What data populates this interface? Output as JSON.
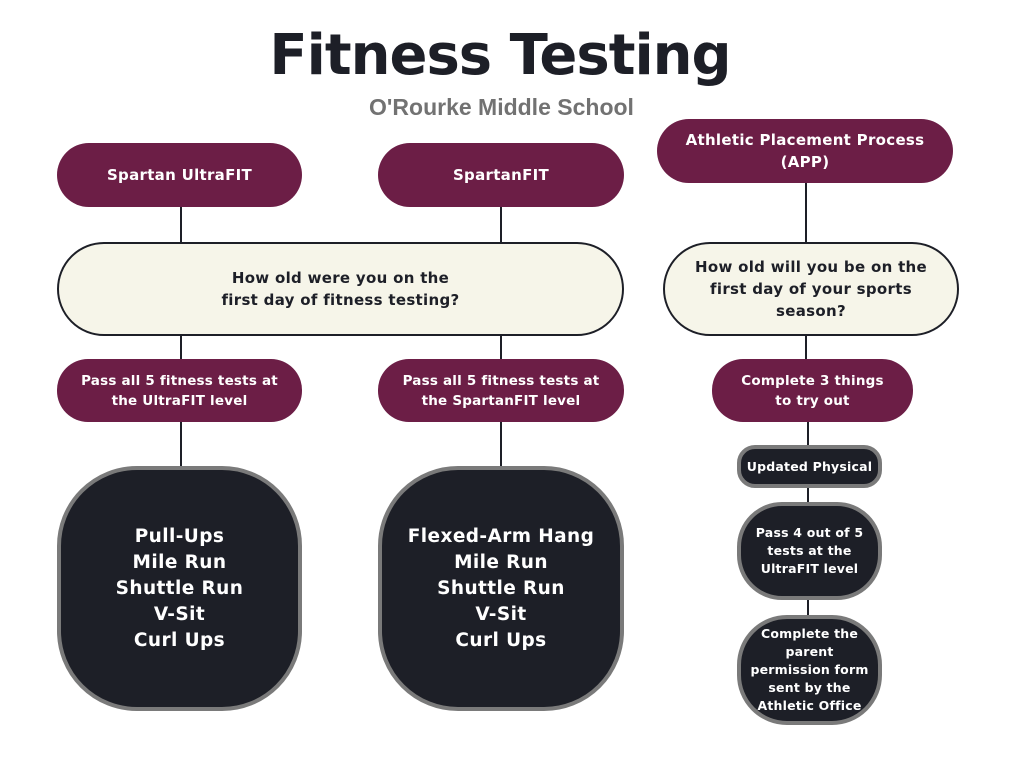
{
  "header": {
    "title": "Fitness Testing",
    "subtitle": "O'Rourke Middle School"
  },
  "flow": {
    "ultrafit": {
      "head": "Spartan UltraFIT",
      "pass": "Pass all 5 fitness tests at\nthe UltraFIT level",
      "tests": "Pull-Ups\nMile Run\nShuttle Run\nV-Sit\nCurl Ups"
    },
    "spartanfit": {
      "head": "SpartanFIT",
      "pass": "Pass all 5 fitness tests at\nthe SpartanFIT level",
      "tests": "Flexed-Arm Hang\nMile Run\nShuttle Run\nV-Sit\nCurl Ups"
    },
    "question_left": "How old were you on the\nfirst day of fitness testing?",
    "app": {
      "head": "Athletic Placement Process\n(APP)",
      "question": "How old will you be on the\nfirst day of your sports\nseason?",
      "complete": "Complete 3 things\nto try out",
      "step_1": "Updated Physical",
      "step_2": "Pass 4 out of 5\ntests at the\nUltraFIT level",
      "step_3": "Complete the\nparent\npermission form\nsent by the\nAthletic Office"
    }
  },
  "colors": {
    "maroon": "#6c1e46",
    "cream": "#f6f5e9",
    "dark": "#1d1f27",
    "gray_border": "#7a7a7a",
    "subtitle_gray": "#727272"
  }
}
